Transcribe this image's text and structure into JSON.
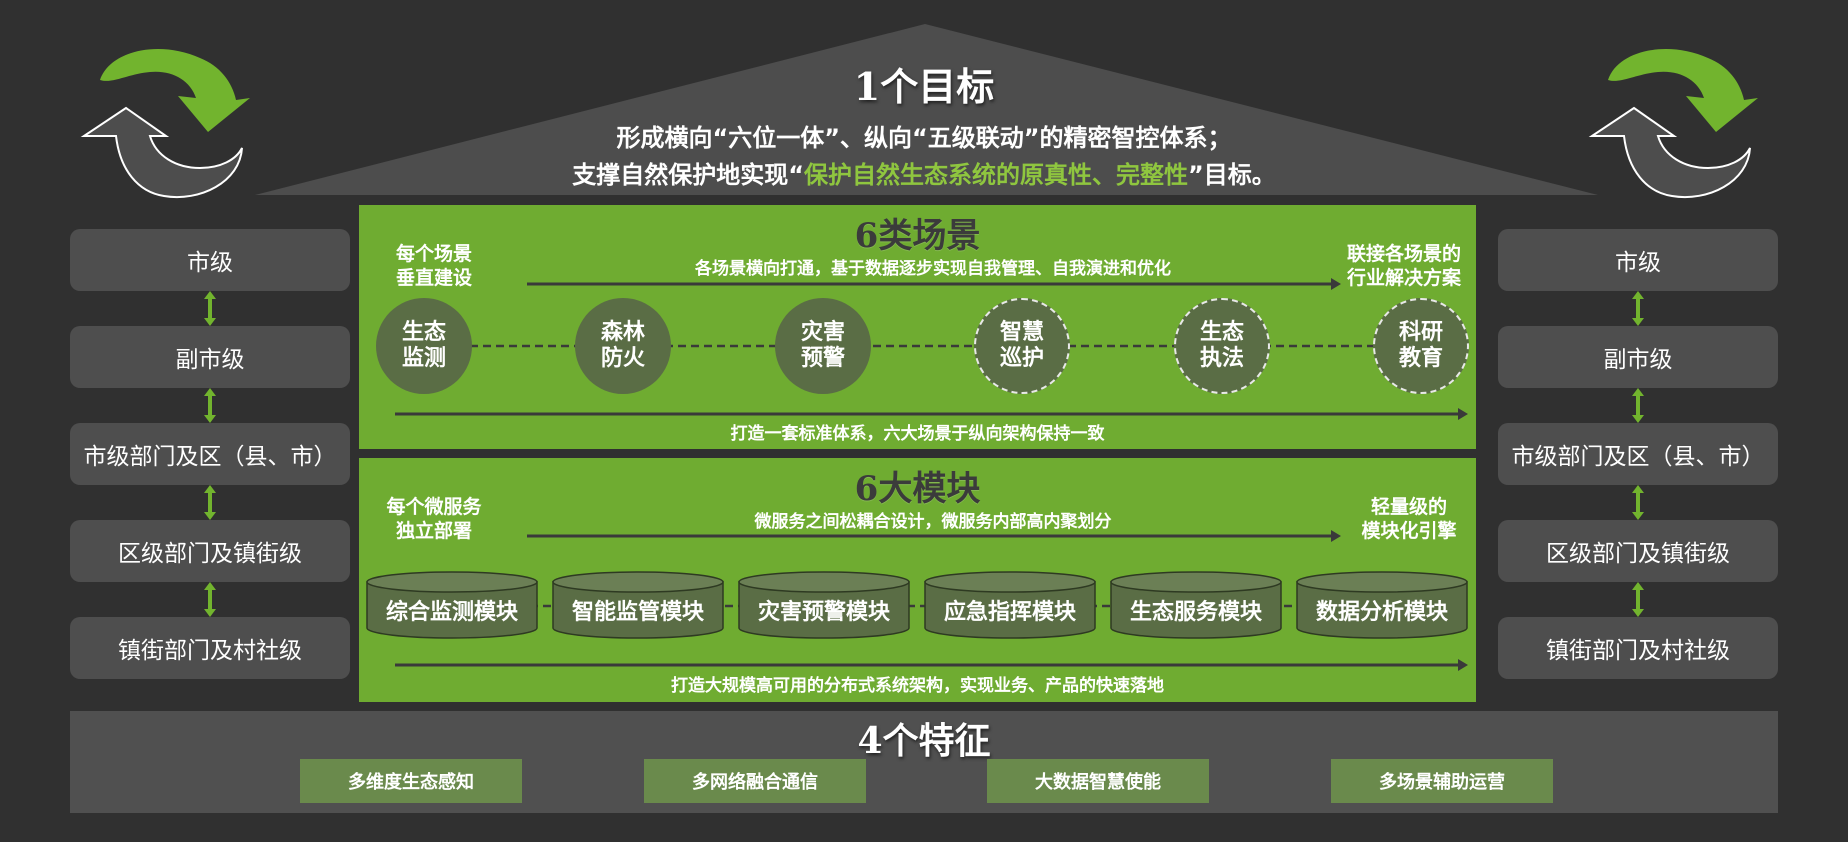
{
  "goal": {
    "title": "1个目标",
    "line1": "形成横向“六位一体”、纵向“五级联动”的精密智控体系；",
    "line2_prefix": "支撑自然保护地实现“",
    "line2_highlight": "保护自然生态系统的原真性、完整性",
    "line2_suffix": "”目标。"
  },
  "levels_left": [
    "市级",
    "副市级",
    "市级部门及区（县、市）",
    "区级部门及镇街级",
    "镇街部门及村社级"
  ],
  "levels_right": [
    "市级",
    "副市级",
    "市级部门及区（县、市）",
    "区级部门及镇街级",
    "镇街部门及村社级"
  ],
  "scenes": {
    "title": "6类场景",
    "left_note_1": "每个场景",
    "left_note_2": "垂直建设",
    "top_note": "各场景横向打通，基于数据逐步实现自我管理、自我演进和优化",
    "right_note_1": "联接各场景的",
    "right_note_2": "行业解决方案",
    "bottom_note": "打造一套标准体系，六大场景于纵向架构保持一致",
    "items": [
      {
        "l1": "生态",
        "l2": "监测"
      },
      {
        "l1": "森林",
        "l2": "防火"
      },
      {
        "l1": "灾害",
        "l2": "预警"
      },
      {
        "l1": "智慧",
        "l2": "巡护"
      },
      {
        "l1": "生态",
        "l2": "执法"
      },
      {
        "l1": "科研",
        "l2": "教育"
      }
    ]
  },
  "modules": {
    "title": "6大模块",
    "left_note_1": "每个微服务",
    "left_note_2": "独立部署",
    "top_note": "微服务之间松耦合设计，微服务内部高内聚划分",
    "right_note_1": "轻量级的",
    "right_note_2": "模块化引擎",
    "bottom_note": "打造大规模高可用的分布式系统架构，实现业务、产品的快速落地",
    "items": [
      "综合监测模块",
      "智能监管模块",
      "灾害预警模块",
      "应急指挥模块",
      "生态服务模块",
      "数据分析模块"
    ]
  },
  "features": {
    "title": "4个特征",
    "items": [
      "多维度生态感知",
      "多网络融合通信",
      "大数据智慧使能",
      "多场景辅助运营"
    ]
  },
  "colors": {
    "background": "#303030",
    "panel_green": "#6fac31",
    "accent_green": "#8fc63f",
    "level_box": "#4e4e4e"
  }
}
